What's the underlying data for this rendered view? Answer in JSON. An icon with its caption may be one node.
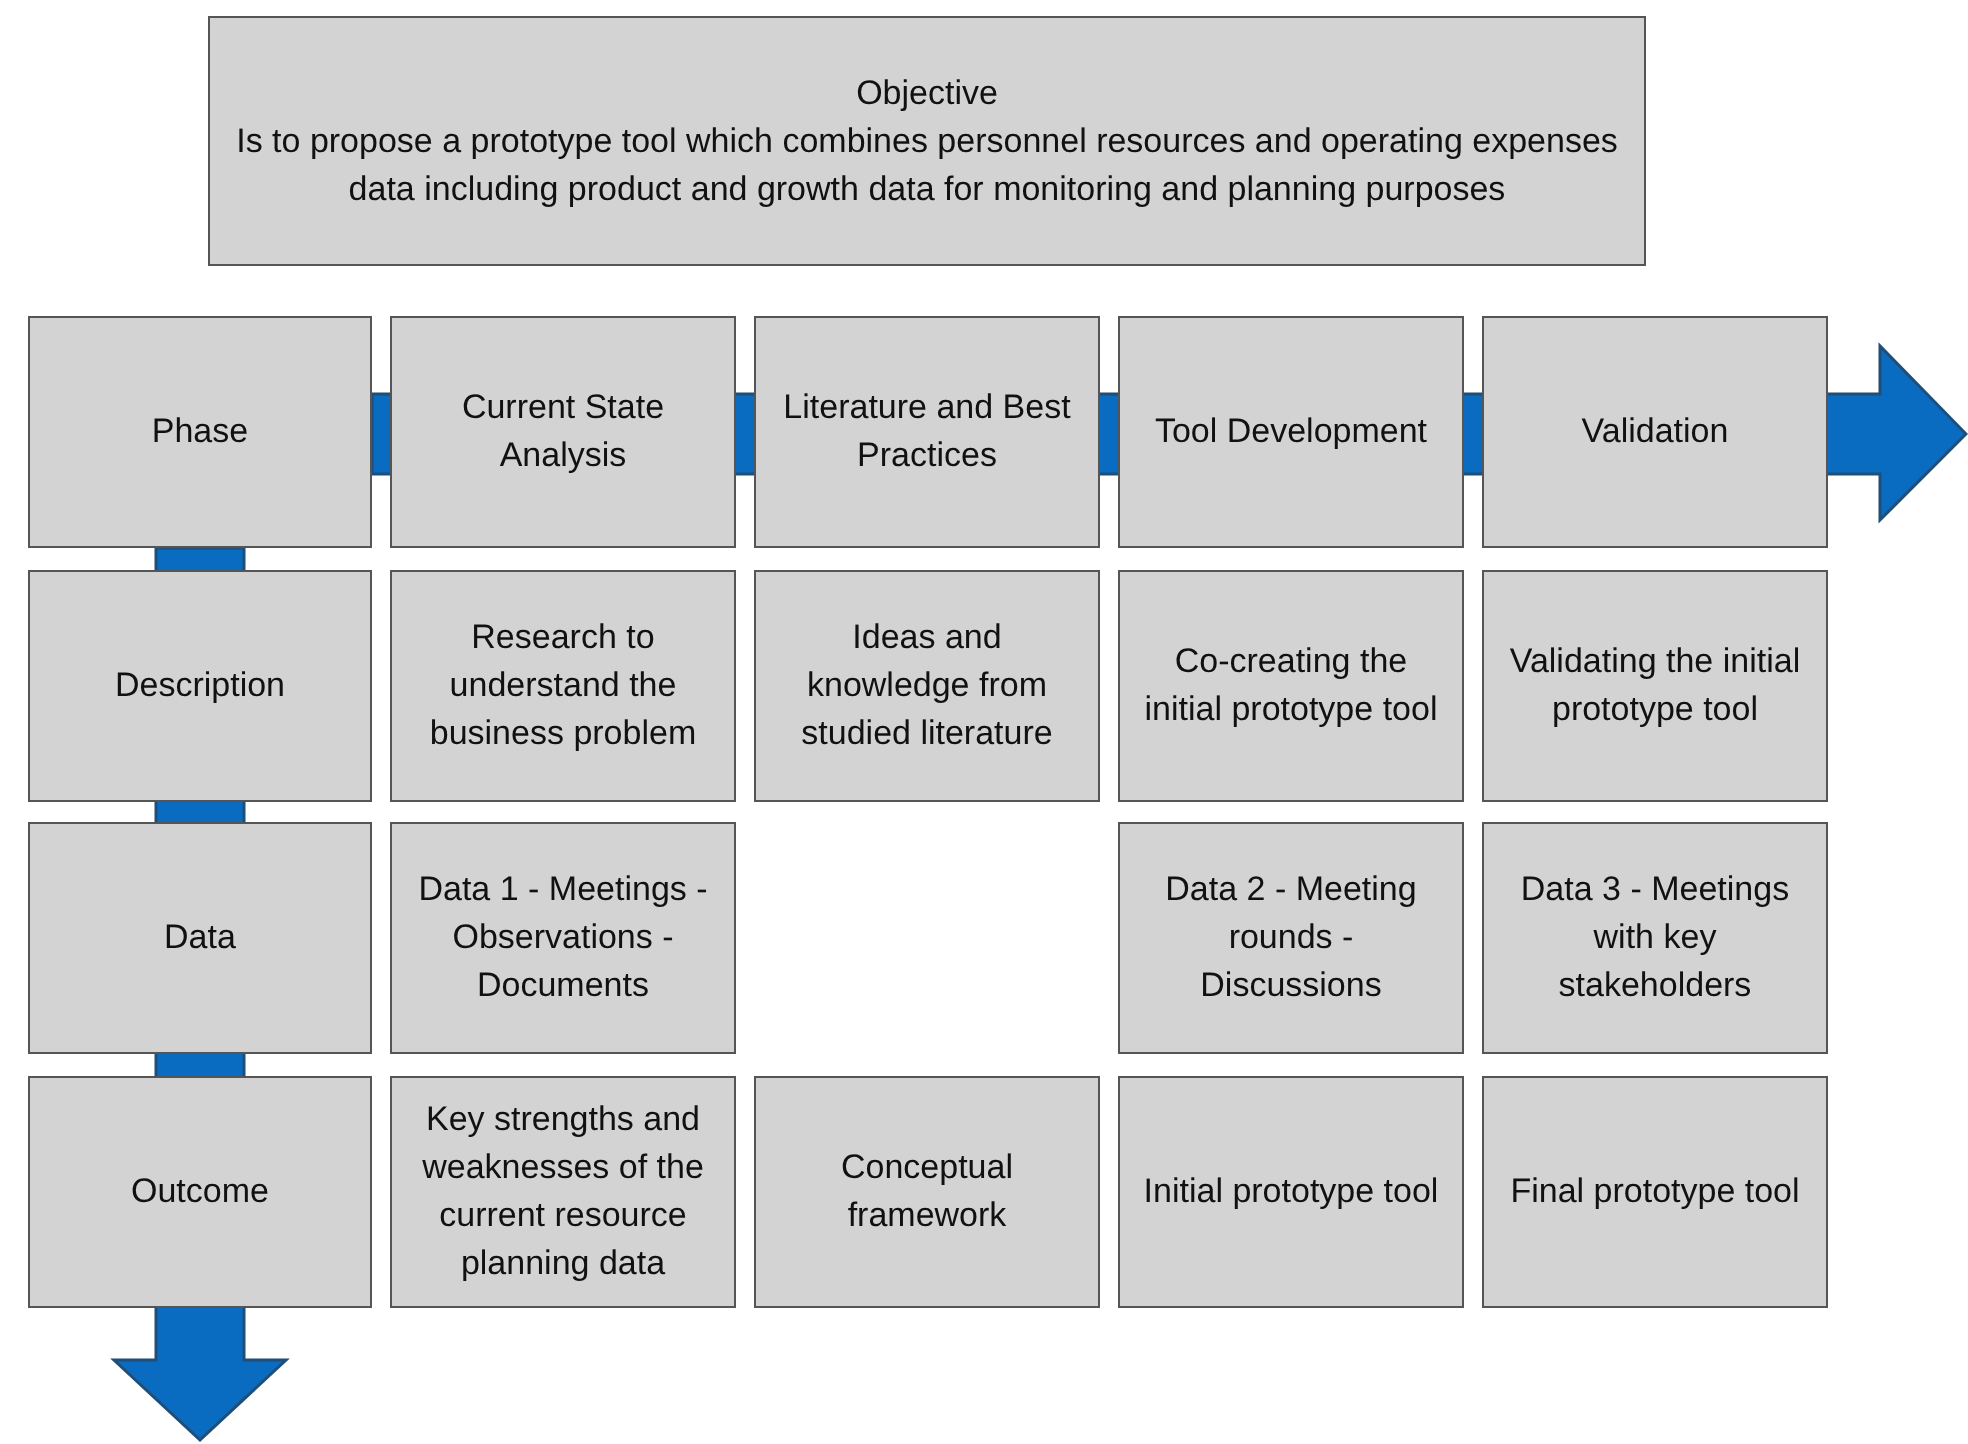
{
  "diagram": {
    "nodes": [
      {
        "text": [
          "Objective",
          "Is to propose a prototype tool which combines personnel resources and operating expenses data including product and growth data for monitoring and planning purposes"
        ]
      },
      {
        "text": [
          "Phase"
        ]
      },
      {
        "text": [
          "Current State Analysis"
        ]
      },
      {
        "text": [
          "Literature and Best Practices"
        ]
      },
      {
        "text": [
          "Tool Development"
        ]
      },
      {
        "text": [
          "Validation"
        ]
      },
      {
        "text": [
          "Description"
        ]
      },
      {
        "text": [
          "Research to understand the business problem"
        ]
      },
      {
        "text": [
          "Ideas and knowledge from studied literature"
        ]
      },
      {
        "text": [
          "Co-creating the initial prototype tool"
        ]
      },
      {
        "text": [
          "Validating the initial prototype tool"
        ]
      },
      {
        "text": [
          "Data"
        ]
      },
      {
        "text": [
          "Data 1 - Meetings - Observations - Documents"
        ]
      },
      {
        "text": [
          "Data 2 - Meeting rounds - Discussions"
        ]
      },
      {
        "text": [
          "Data 3 - Meetings with key stakeholders"
        ]
      },
      {
        "text": [
          "Outcome"
        ]
      },
      {
        "text": [
          "Key strengths and weaknesses of the current resource planning data"
        ]
      },
      {
        "text": [
          "Conceptual framework"
        ]
      },
      {
        "text": [
          "Initial prototype tool"
        ]
      },
      {
        "text": [
          "Final prototype tool"
        ]
      }
    ]
  }
}
